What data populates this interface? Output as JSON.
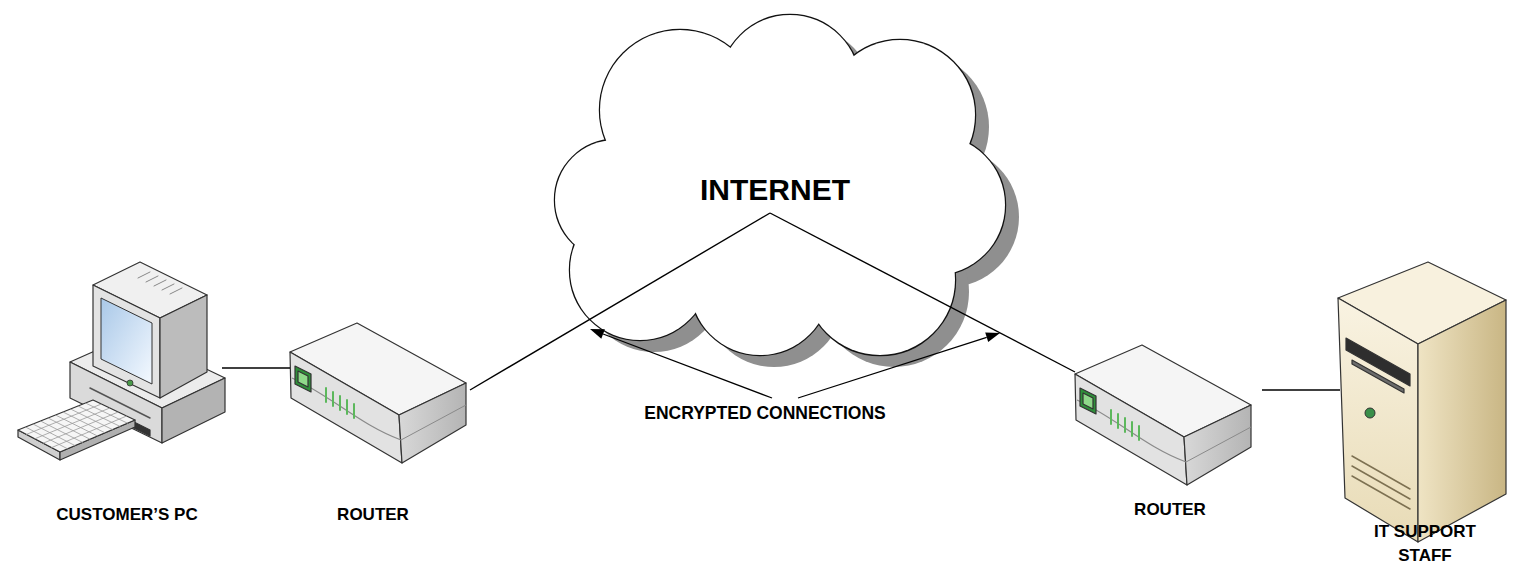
{
  "diagram": {
    "nodes": [
      {
        "text": [
          "CUSTOMER’S PC"
        ]
      },
      {
        "text": [
          "ROUTER"
        ]
      },
      {
        "text": [
          "INTERNET"
        ]
      },
      {
        "text": [
          "ROUTER"
        ]
      },
      {
        "text": [
          "IT SUPPORT STAFF"
        ]
      }
    ],
    "edges": [
      {
        "from": 0,
        "to": 1,
        "arrow": "none"
      },
      {
        "from": 1,
        "to": 2,
        "arrow": "none"
      },
      {
        "from": 2,
        "to": 3,
        "arrow": "none"
      },
      {
        "from": 3,
        "to": 4,
        "arrow": "none"
      }
    ],
    "labels": [
      "ENCRYPTED CONNECTIONS"
    ]
  }
}
